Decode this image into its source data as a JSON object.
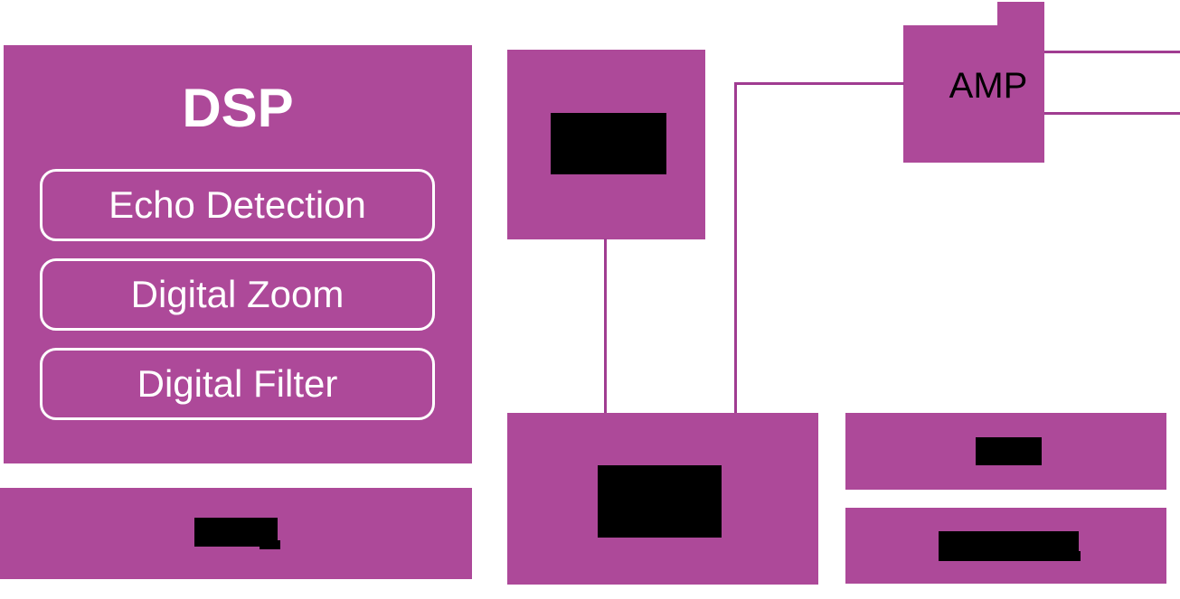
{
  "diagram": {
    "dsp": {
      "title": "DSP",
      "items": [
        {
          "label": "Echo Detection"
        },
        {
          "label": "Digital Zoom"
        },
        {
          "label": "Digital Filter"
        }
      ]
    },
    "amp": {
      "label": "AMP"
    },
    "blocks": {
      "left_bottom_bar": {
        "label_redacted": true
      },
      "top_middle_block": {
        "label_redacted": true
      },
      "bottom_middle_block": {
        "label_redacted": true
      },
      "right_top_bar": {
        "label_redacted": true
      },
      "right_bottom_bar": {
        "label_redacted": true
      }
    },
    "colors": {
      "block_fill": "#AD4999",
      "connector_line": "#A03C91",
      "block_border": "#FFFFFF",
      "dsp_text": "#FFFFFF",
      "amp_text": "#000000",
      "redaction": "#000000",
      "background": "#FFFFFF"
    }
  }
}
